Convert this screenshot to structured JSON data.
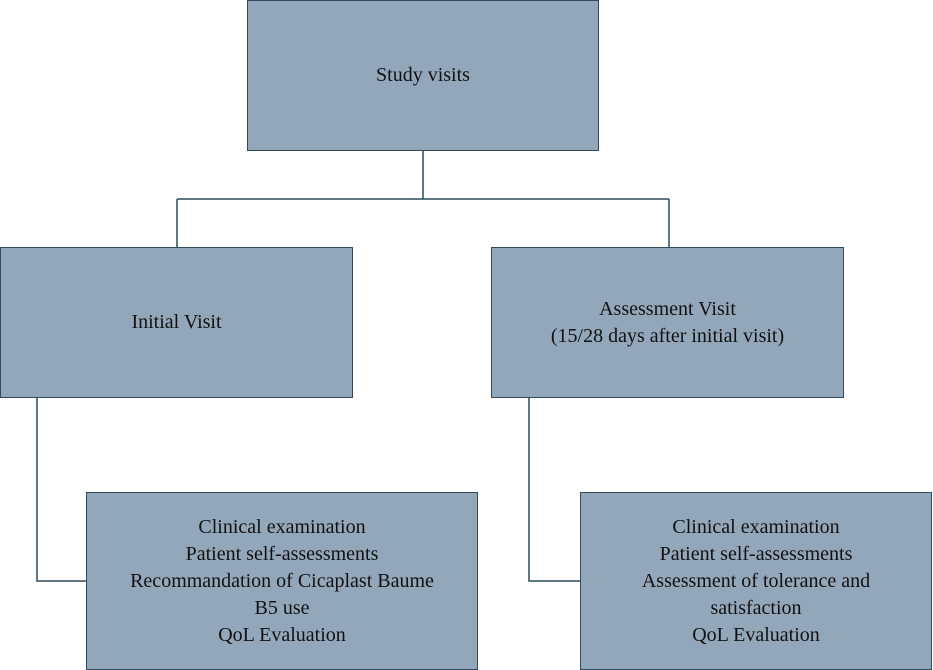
{
  "colors": {
    "box_fill": "#93a7ba",
    "box_border": "#2e4a5c",
    "connector": "#2e4a5c",
    "text": "#111111"
  },
  "root": {
    "label": "Study visits"
  },
  "initial_visit": {
    "label": "Initial Visit",
    "details": [
      "Clinical examination",
      "Patient self-assessments",
      "Recommandation of Cicaplast Baume",
      "B5 use",
      "QoL Evaluation"
    ]
  },
  "assessment_visit": {
    "label": "Assessment Visit",
    "sublabel": "(15/28 days after initial visit)",
    "details": [
      "Clinical examination",
      "Patient self-assessments",
      "Assessment of tolerance and",
      "satisfaction",
      "QoL Evaluation"
    ]
  }
}
